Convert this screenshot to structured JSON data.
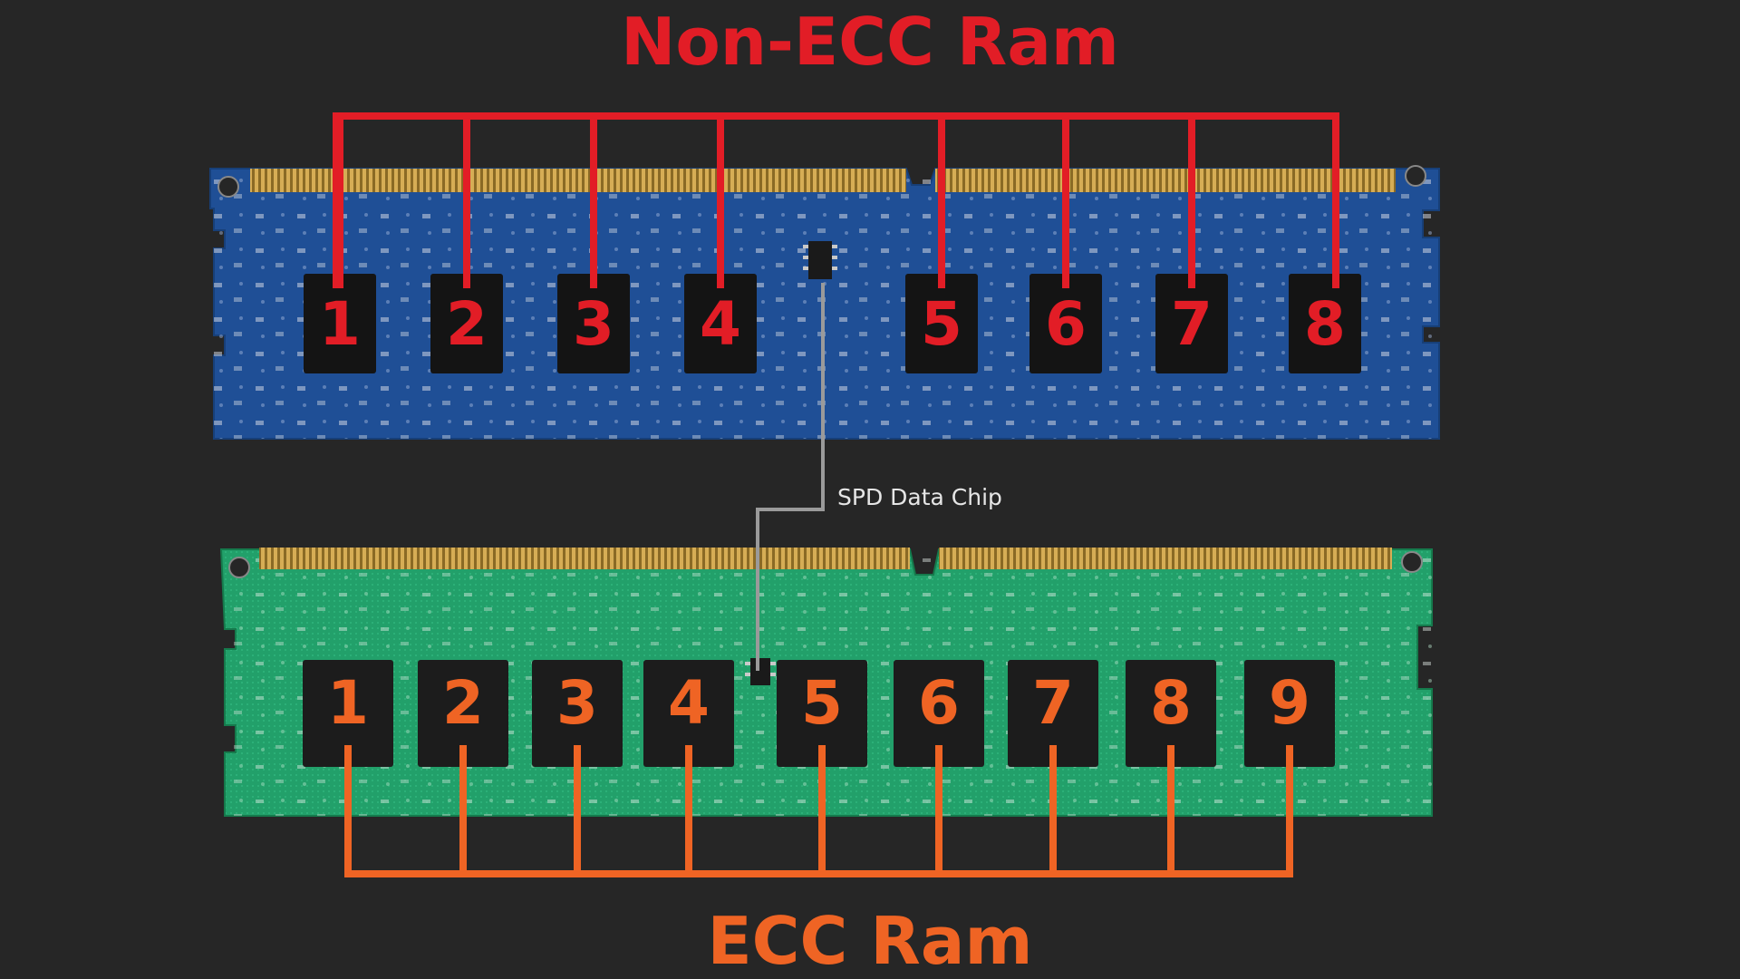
{
  "titles": {
    "top": "Non-ECC Ram",
    "bottom": "ECC Ram"
  },
  "labels": {
    "spd": "SPD Data Chip"
  },
  "colors": {
    "background": "#262626",
    "non_ecc_accent": "#e21d26",
    "ecc_accent": "#ef6424",
    "spd_line": "#9a9a9a",
    "non_ecc_pcb": "#1f4f96",
    "ecc_pcb": "#1f9a63",
    "gold_contacts": "#c9a34b"
  },
  "non_ecc_chips": [
    "1",
    "2",
    "3",
    "4",
    "5",
    "6",
    "7",
    "8"
  ],
  "ecc_chips": [
    "1",
    "2",
    "3",
    "4",
    "5",
    "6",
    "7",
    "8",
    "9"
  ]
}
